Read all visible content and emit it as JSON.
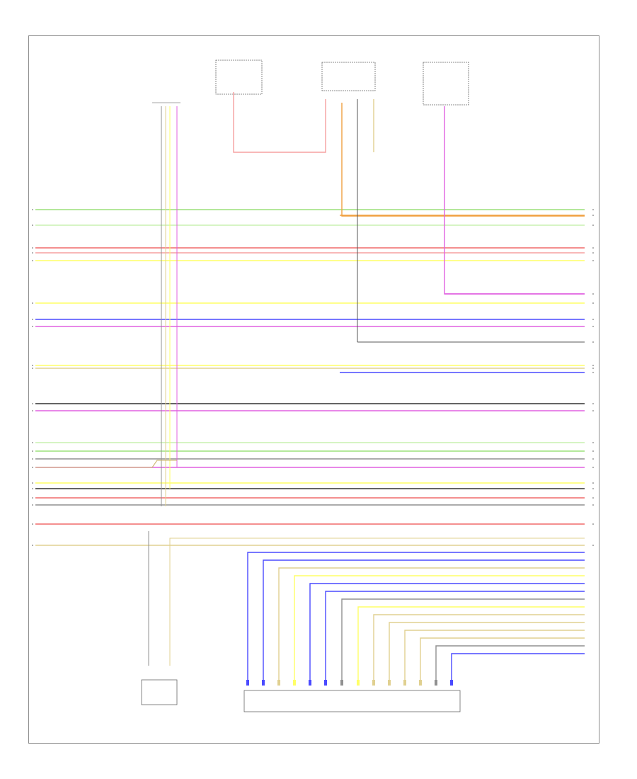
{
  "footer_ref": "",
  "palette": {
    "green": "#9be07a",
    "orange": "#f0a040",
    "red": "#f06a6a",
    "pink": "#f5a0a0",
    "yellow": "#ffff66",
    "blue": "#4a4aff",
    "violet": "#e060e0",
    "tan": "#e0d090",
    "gray": "#909090",
    "black": "#303030",
    "lightgreen": "#c8f0b0"
  },
  "components": [
    {
      "key": "module_top_left",
      "label": ""
    },
    {
      "key": "fuse_box_top",
      "label": ""
    },
    {
      "key": "switch_top",
      "label": ""
    },
    {
      "key": "fuse_box_right",
      "label": ""
    },
    {
      "key": "ground_note",
      "label": ""
    },
    {
      "key": "relay_bottom",
      "label": ""
    },
    {
      "key": "module_bottom",
      "label": ""
    }
  ],
  "buses": [
    {
      "color": "green"
    },
    {
      "color": "orange"
    },
    {
      "color": "lightgreen"
    },
    {
      "color": "red"
    },
    {
      "color": "pink"
    },
    {
      "color": "yellow"
    },
    {
      "color": "violet"
    },
    {
      "color": "yellow"
    },
    {
      "color": "blue"
    },
    {
      "color": "violet"
    },
    {
      "color": "gray"
    },
    {
      "color": "yellow"
    },
    {
      "color": "tan"
    },
    {
      "color": "blue"
    },
    {
      "color": "black"
    },
    {
      "color": "violet"
    },
    {
      "color": "lightgreen"
    },
    {
      "color": "green"
    },
    {
      "color": "gray"
    },
    {
      "color": "violet"
    },
    {
      "color": "yellow"
    },
    {
      "color": "black"
    },
    {
      "color": "red"
    },
    {
      "color": "gray"
    },
    {
      "color": "red"
    },
    {
      "color": "tan"
    }
  ]
}
